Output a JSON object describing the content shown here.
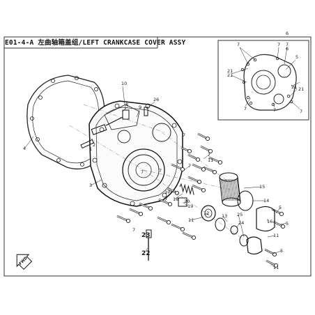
{
  "header": {
    "title": "E01-4-A 左曲轴箱盖组/LEFT CRANKCASE COVER  ASSY"
  },
  "callouts": {
    "main": [
      "1",
      "2",
      "3",
      "4",
      "5",
      "5",
      "5",
      "6",
      "7",
      "7",
      "7",
      "7",
      "7",
      "7",
      "7",
      "8",
      "9",
      "10",
      "11",
      "11",
      "11",
      "11",
      "12",
      "13",
      "14",
      "15",
      "16",
      "17",
      "18",
      "19",
      "20",
      "21",
      "22",
      "23",
      "24",
      "25",
      "26"
    ],
    "inset": [
      "7",
      "7",
      "7",
      "21",
      "21",
      "21",
      "6",
      "5",
      "7",
      "7",
      "7"
    ]
  },
  "front_mark": "FWD",
  "colors": {
    "ink": "#1a1a1a",
    "frame": "#333333",
    "background": "#ffffff"
  }
}
